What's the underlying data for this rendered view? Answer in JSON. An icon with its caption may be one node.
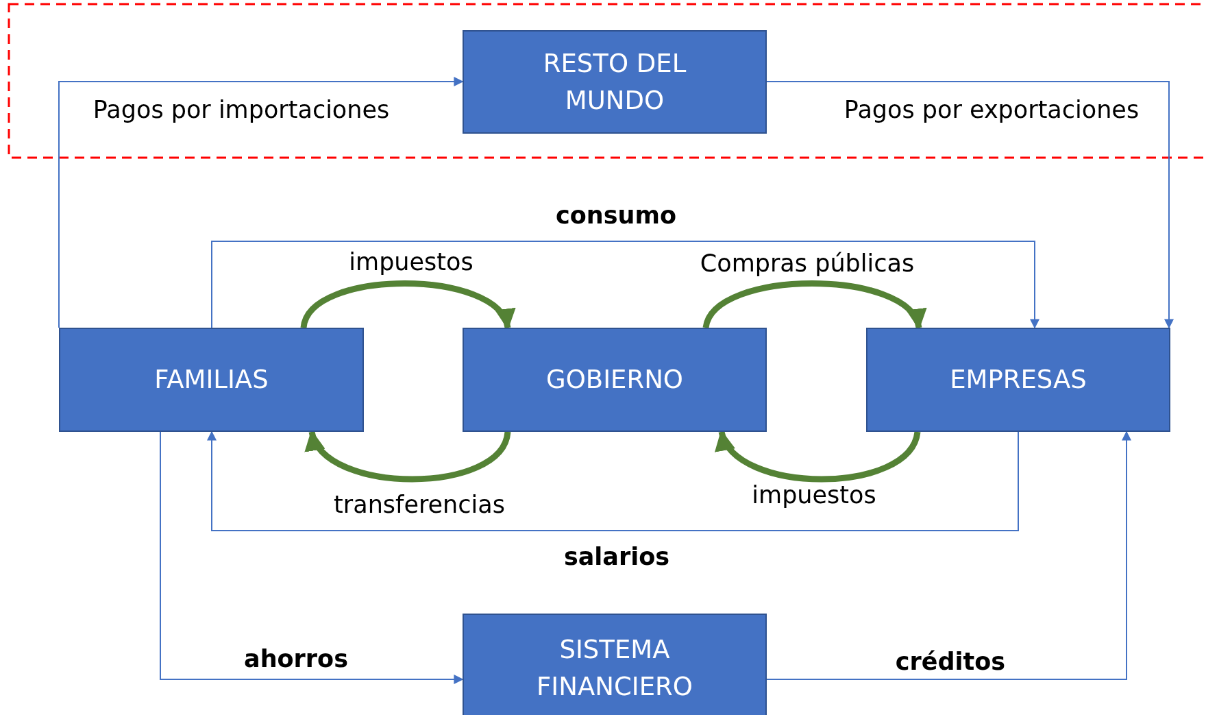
{
  "diagram": {
    "nodes": [
      {
        "text": [
          "RESTO DEL MUNDO"
        ]
      },
      {
        "text": [
          "FAMILIAS"
        ]
      },
      {
        "text": [
          "GOBIERNO"
        ]
      },
      {
        "text": [
          "EMPRESAS"
        ]
      },
      {
        "text": [
          "SISTEMA FINANCIERO"
        ]
      }
    ],
    "edges": [
      {
        "from": 1,
        "to": 0,
        "arrow": "to",
        "label": "Pagos por importaciones"
      },
      {
        "from": 0,
        "to": 3,
        "arrow": "to",
        "label": "Pagos por exportaciones"
      },
      {
        "from": 1,
        "to": 3,
        "arrow": "to",
        "label": "consumo"
      },
      {
        "from": 1,
        "to": 2,
        "arrow": "to",
        "label": "impuestos",
        "style": "thick",
        "color": "#548235"
      },
      {
        "from": 2,
        "to": 3,
        "arrow": "to",
        "label": "Compras públicas",
        "style": "thick",
        "color": "#548235"
      },
      {
        "from": 2,
        "to": 1,
        "arrow": "to",
        "label": "transferencias",
        "style": "thick",
        "color": "#548235"
      },
      {
        "from": 3,
        "to": 2,
        "arrow": "to",
        "label": "impuestos",
        "style": "thick",
        "color": "#548235"
      },
      {
        "from": 3,
        "to": 1,
        "arrow": "to",
        "label": "salarios"
      },
      {
        "from": 1,
        "to": 4,
        "arrow": "to",
        "label": "ahorros"
      },
      {
        "from": 4,
        "to": 3,
        "arrow": "to",
        "label": "créditos"
      }
    ]
  }
}
